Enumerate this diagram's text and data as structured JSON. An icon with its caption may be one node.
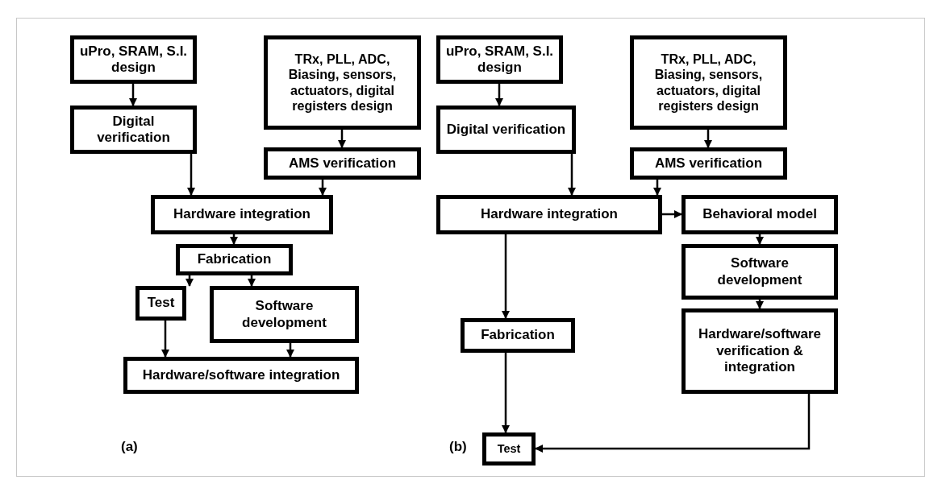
{
  "diagram": {
    "nodes": [
      {
        "text": [
          "uPro, SRAM, S.I. design"
        ]
      },
      {
        "text": [
          "TRx, PLL, ADC, Biasing, sensors, actuators, digital registers design"
        ]
      },
      {
        "text": [
          "Digital verification"
        ]
      },
      {
        "text": [
          "AMS verification"
        ]
      },
      {
        "text": [
          "Hardware integration"
        ]
      },
      {
        "text": [
          "Fabrication"
        ]
      },
      {
        "text": [
          "Test"
        ]
      },
      {
        "text": [
          "Software development"
        ]
      },
      {
        "text": [
          "Hardware/software integration"
        ]
      },
      {
        "text": [
          "uPro, SRAM, S.I. design"
        ]
      },
      {
        "text": [
          "TRx, PLL, ADC, Biasing, sensors, actuators, digital registers design"
        ]
      },
      {
        "text": [
          "Digital verification"
        ]
      },
      {
        "text": [
          "AMS verification"
        ]
      },
      {
        "text": [
          "Hardware integration"
        ]
      },
      {
        "text": [
          "Behavioral model"
        ]
      },
      {
        "text": [
          "Software development"
        ]
      },
      {
        "text": [
          "Fabrication"
        ]
      },
      {
        "text": [
          "Hardware/software verification & integration"
        ]
      },
      {
        "text": [
          "Test"
        ]
      }
    ],
    "edges": [
      {
        "from": 0,
        "to": 2,
        "arrow": "to"
      },
      {
        "from": 1,
        "to": 3,
        "arrow": "to"
      },
      {
        "from": 2,
        "to": 4,
        "arrow": "to"
      },
      {
        "from": 3,
        "to": 4,
        "arrow": "to"
      },
      {
        "from": 4,
        "to": 5,
        "arrow": "to"
      },
      {
        "from": 5,
        "to": 6,
        "arrow": "to"
      },
      {
        "from": 5,
        "to": 7,
        "arrow": "to"
      },
      {
        "from": 6,
        "to": 8,
        "arrow": "to"
      },
      {
        "from": 7,
        "to": 8,
        "arrow": "to"
      },
      {
        "from": 9,
        "to": 11,
        "arrow": "to"
      },
      {
        "from": 10,
        "to": 12,
        "arrow": "to"
      },
      {
        "from": 11,
        "to": 13,
        "arrow": "to"
      },
      {
        "from": 12,
        "to": 13,
        "arrow": "to"
      },
      {
        "from": 13,
        "to": 14,
        "arrow": "to"
      },
      {
        "from": 14,
        "to": 15,
        "arrow": "to"
      },
      {
        "from": 15,
        "to": 17,
        "arrow": "to"
      },
      {
        "from": 13,
        "to": 16,
        "arrow": "to"
      },
      {
        "from": 16,
        "to": 18,
        "arrow": "to"
      },
      {
        "from": 17,
        "to": 18,
        "arrow": "to"
      }
    ],
    "labels": [
      "(a)",
      "(b)"
    ]
  }
}
